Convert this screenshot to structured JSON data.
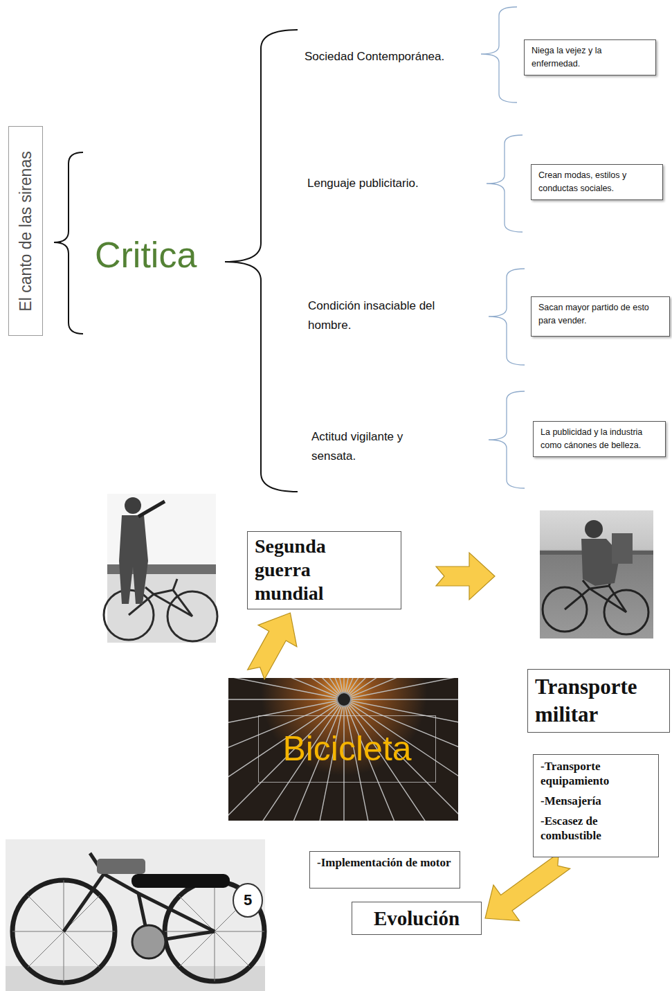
{
  "diagram": {
    "nodes": [
      {
        "text": [
          "El canto de las sirenas"
        ]
      },
      {
        "text": [
          "Niega la vejez y la enfermedad."
        ]
      },
      {
        "text": [
          "Crean modas, estilos y conductas sociales."
        ]
      },
      {
        "text": [
          "Sacan mayor partido de esto para vender."
        ]
      },
      {
        "text": [
          "La publicidad y la industria como cánones de belleza."
        ]
      },
      {
        "text": [
          "Segunda guerra mundial"
        ]
      },
      {
        "text": [
          "Bicicleta"
        ]
      },
      {
        "text": [
          "Transporte militar"
        ]
      },
      {
        "text": [
          "-Transporte equipamiento",
          "-Mensajería",
          "-Escasez de combustible"
        ]
      },
      {
        "text": [
          "-Implementación de motor"
        ]
      },
      {
        "text": [
          "Evolución"
        ]
      }
    ],
    "edges": [
      {
        "from": 6,
        "to": 5,
        "arrow": "to"
      },
      {
        "from": 8,
        "to": 10,
        "arrow": "to"
      }
    ],
    "labels": [
      "Critica",
      "Sociedad Contemporánea.",
      "Lenguaje publicitario.",
      "Condición insaciable del hombre.",
      "Actitud vigilante y sensata.",
      "5"
    ]
  }
}
